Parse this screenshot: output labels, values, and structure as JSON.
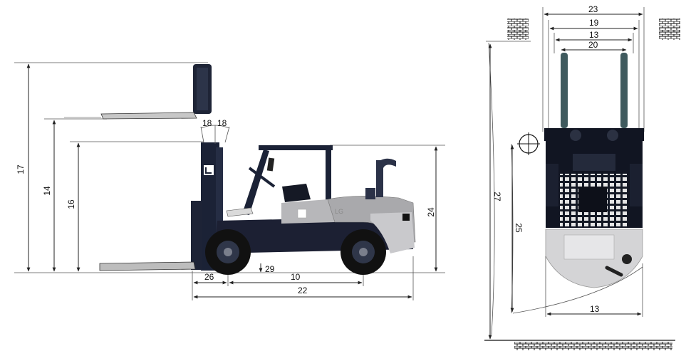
{
  "side_view": {
    "dimensions": {
      "d17": "17",
      "d14": "14",
      "d16": "16",
      "d24": "24",
      "d18a": "18",
      "d18b": "18",
      "d26": "26",
      "d10": "10",
      "d29": "29",
      "d22": "22"
    },
    "colors": {
      "mast": "#1b2236",
      "body": "#1c2033",
      "hood": "#a9a9ac",
      "counterweight": "#c9c9cc",
      "tire": "#111111"
    },
    "icons": [
      "brand-logo-icon"
    ]
  },
  "top_view": {
    "dimensions": {
      "d23": "23",
      "d19": "19",
      "d13_top": "13",
      "d20": "20",
      "d27": "27",
      "d25": "25",
      "d13_bottom": "13"
    },
    "colors": {
      "forks": "#3f5a5e",
      "chassis": "#111522",
      "counterweight": "#d4d4d6"
    },
    "icons": [
      "wall-brick-icon",
      "wall-brick-icon",
      "crosshair-icon",
      "ground-hatch-icon"
    ]
  }
}
